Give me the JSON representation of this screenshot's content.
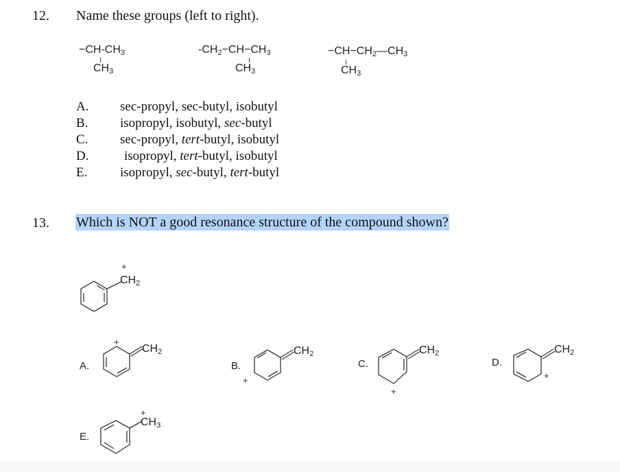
{
  "q12": {
    "number": "12.",
    "prompt": "Name these groups (left to right).",
    "groups": [
      {
        "main": "−CH-CH",
        "main_sub": "3",
        "branch": "CH",
        "branch_sub": "3"
      },
      {
        "main": "-CH",
        "main_sub1": "2",
        "main_rest": "−CH−CH",
        "main_sub2": "3",
        "branch": "CH",
        "branch_sub": "3"
      },
      {
        "main": "−CH−CH",
        "main_sub1": "2",
        "main_rest": "—CH",
        "main_sub2": "3",
        "branch": "CH",
        "branch_sub": "3"
      }
    ],
    "options": [
      {
        "letter": "A.",
        "parts": [
          {
            "t": "sec-propyl, sec-butyl, isobutyl",
            "i": false
          }
        ]
      },
      {
        "letter": "B.",
        "parts": [
          {
            "t": "isopropyl, isobutyl, ",
            "i": false
          },
          {
            "t": "sec",
            "i": true
          },
          {
            "t": "-butyl",
            "i": false
          }
        ]
      },
      {
        "letter": "C.",
        "parts": [
          {
            "t": "sec-propyl, ",
            "i": false
          },
          {
            "t": "tert",
            "i": true
          },
          {
            "t": "-butyl, isobutyl",
            "i": false
          }
        ]
      },
      {
        "letter": "D.",
        "parts": [
          {
            "t": "isopropyl, ",
            "i": false
          },
          {
            "t": "tert",
            "i": true
          },
          {
            "t": "-butyl, isobutyl",
            "i": false
          }
        ]
      },
      {
        "letter": "E.",
        "parts": [
          {
            "t": "isopropyl, ",
            "i": false
          },
          {
            "t": "sec",
            "i": true
          },
          {
            "t": "-butyl, ",
            "i": false
          },
          {
            "t": "tert",
            "i": true
          },
          {
            "t": "-butyl",
            "i": false
          }
        ]
      }
    ]
  },
  "q13": {
    "number": "13.",
    "prompt": "Which is NOT a good resonance structure of the compound shown?",
    "highlight_color": "#b3d4fc",
    "compound": {
      "label": "CH",
      "sub": "2",
      "charge": "+"
    },
    "options": [
      {
        "letter": "A.",
        "label": "CH",
        "sub": "2",
        "charge": "+"
      },
      {
        "letter": "B.",
        "label": "CH",
        "sub": "2",
        "charge": "+"
      },
      {
        "letter": "C.",
        "label": "CH",
        "sub": "2",
        "charge": "+"
      },
      {
        "letter": "D.",
        "label": "CH",
        "sub": "2",
        "charge": "+"
      },
      {
        "letter": "E.",
        "label": "CH",
        "sub": "3",
        "charge": "+"
      }
    ]
  }
}
